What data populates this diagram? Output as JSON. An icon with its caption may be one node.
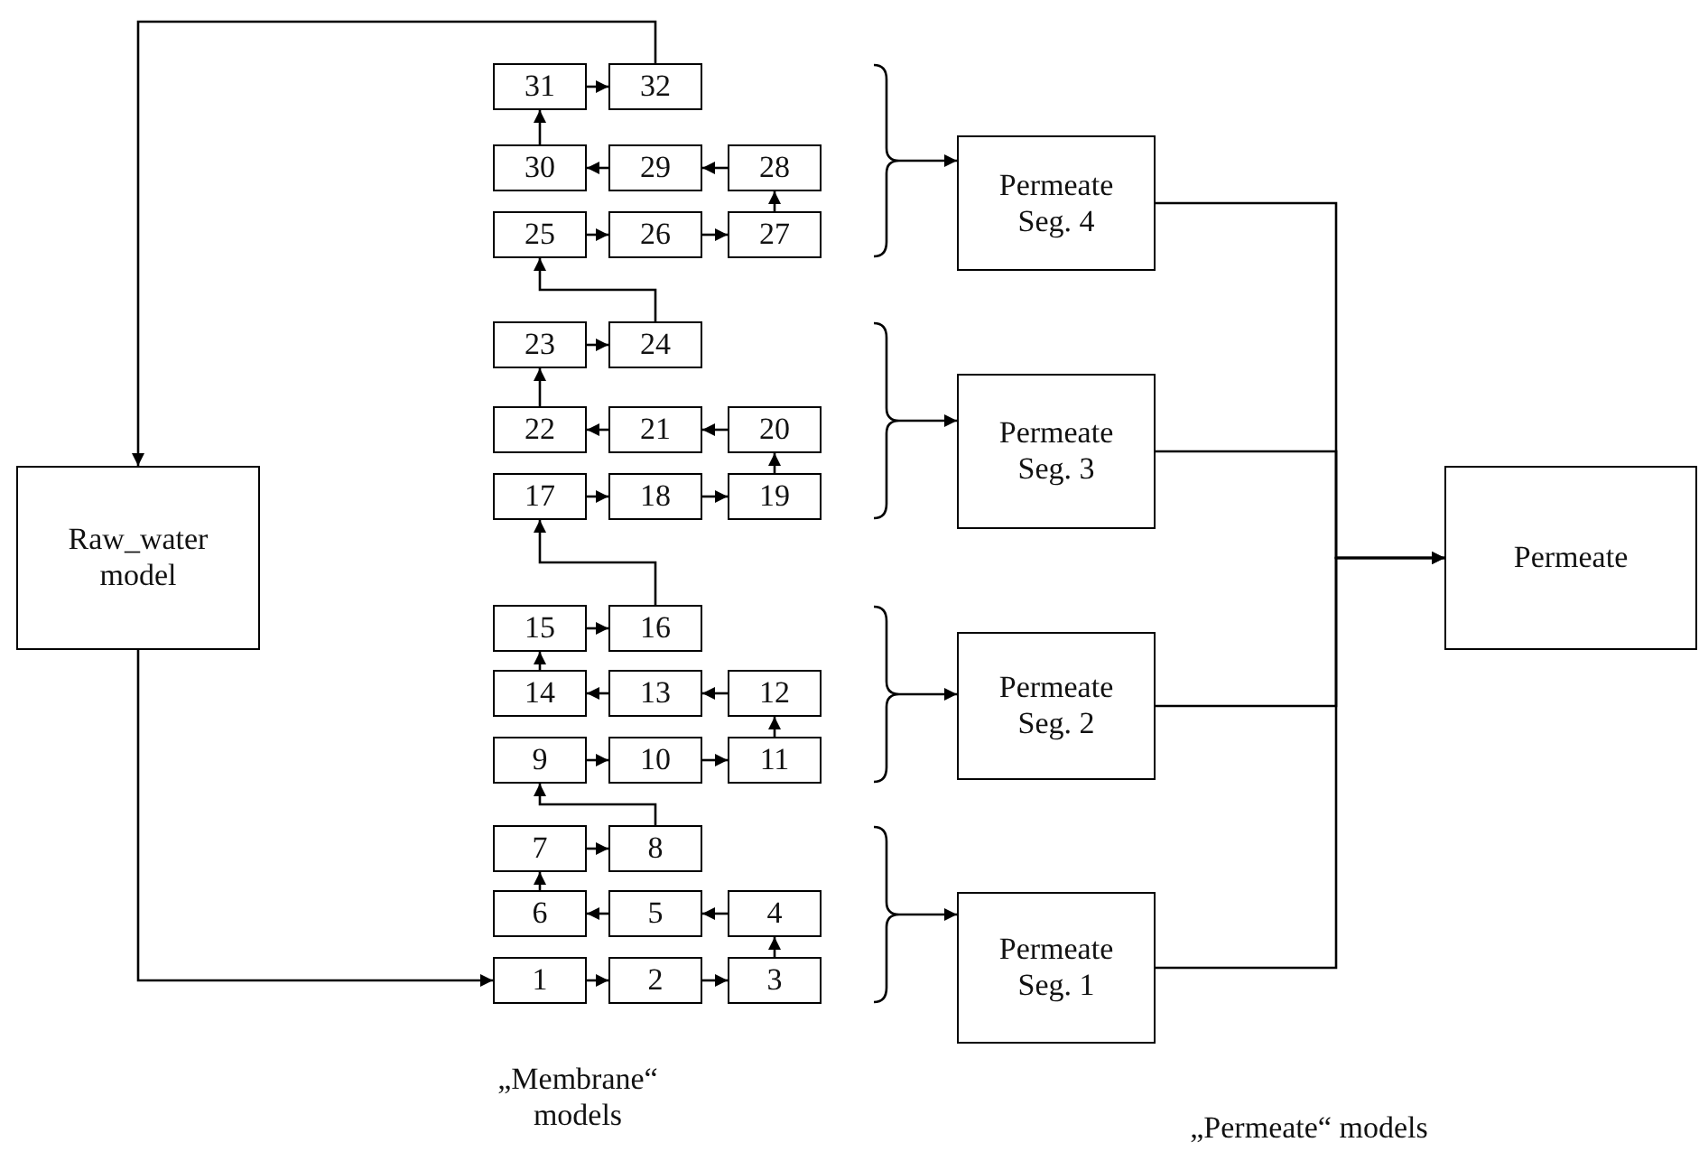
{
  "diagram": {
    "nodes": [
      {
        "text": [
          "Raw_water model"
        ]
      },
      {
        "text": [
          "1"
        ]
      },
      {
        "text": [
          "2"
        ]
      },
      {
        "text": [
          "3"
        ]
      },
      {
        "text": [
          "4"
        ]
      },
      {
        "text": [
          "5"
        ]
      },
      {
        "text": [
          "6"
        ]
      },
      {
        "text": [
          "7"
        ]
      },
      {
        "text": [
          "8"
        ]
      },
      {
        "text": [
          "9"
        ]
      },
      {
        "text": [
          "10"
        ]
      },
      {
        "text": [
          "11"
        ]
      },
      {
        "text": [
          "12"
        ]
      },
      {
        "text": [
          "13"
        ]
      },
      {
        "text": [
          "14"
        ]
      },
      {
        "text": [
          "15"
        ]
      },
      {
        "text": [
          "16"
        ]
      },
      {
        "text": [
          "17"
        ]
      },
      {
        "text": [
          "18"
        ]
      },
      {
        "text": [
          "19"
        ]
      },
      {
        "text": [
          "20"
        ]
      },
      {
        "text": [
          "21"
        ]
      },
      {
        "text": [
          "22"
        ]
      },
      {
        "text": [
          "23"
        ]
      },
      {
        "text": [
          "24"
        ]
      },
      {
        "text": [
          "25"
        ]
      },
      {
        "text": [
          "26"
        ]
      },
      {
        "text": [
          "27"
        ]
      },
      {
        "text": [
          "28"
        ]
      },
      {
        "text": [
          "29"
        ]
      },
      {
        "text": [
          "30"
        ]
      },
      {
        "text": [
          "31"
        ]
      },
      {
        "text": [
          "32"
        ]
      },
      {
        "text": [
          "Permeate Seg. 4"
        ]
      },
      {
        "text": [
          "Permeate Seg. 3"
        ]
      },
      {
        "text": [
          "Permeate Seg. 2"
        ]
      },
      {
        "text": [
          "Permeate Seg. 1"
        ]
      },
      {
        "text": [
          "Permeate"
        ]
      },
      {
        "text": [],
        "shape": "bracket"
      },
      {
        "text": [],
        "shape": "bracket"
      },
      {
        "text": [],
        "shape": "bracket"
      },
      {
        "text": [],
        "shape": "bracket"
      }
    ],
    "edges": [
      {
        "from": 0,
        "to": 1,
        "arrow": "to"
      },
      {
        "from": 1,
        "to": 2,
        "arrow": "to"
      },
      {
        "from": 2,
        "to": 3,
        "arrow": "to"
      },
      {
        "from": 3,
        "to": 4,
        "arrow": "to"
      },
      {
        "from": 4,
        "to": 5,
        "arrow": "to"
      },
      {
        "from": 5,
        "to": 6,
        "arrow": "to"
      },
      {
        "from": 6,
        "to": 7,
        "arrow": "to"
      },
      {
        "from": 7,
        "to": 8,
        "arrow": "to"
      },
      {
        "from": 8,
        "to": 9,
        "arrow": "to"
      },
      {
        "from": 9,
        "to": 10,
        "arrow": "to"
      },
      {
        "from": 10,
        "to": 11,
        "arrow": "to"
      },
      {
        "from": 11,
        "to": 12,
        "arrow": "to"
      },
      {
        "from": 12,
        "to": 13,
        "arrow": "to"
      },
      {
        "from": 13,
        "to": 14,
        "arrow": "to"
      },
      {
        "from": 14,
        "to": 15,
        "arrow": "to"
      },
      {
        "from": 15,
        "to": 16,
        "arrow": "to"
      },
      {
        "from": 16,
        "to": 17,
        "arrow": "to"
      },
      {
        "from": 17,
        "to": 18,
        "arrow": "to"
      },
      {
        "from": 18,
        "to": 19,
        "arrow": "to"
      },
      {
        "from": 19,
        "to": 20,
        "arrow": "to"
      },
      {
        "from": 20,
        "to": 21,
        "arrow": "to"
      },
      {
        "from": 21,
        "to": 22,
        "arrow": "to"
      },
      {
        "from": 22,
        "to": 23,
        "arrow": "to"
      },
      {
        "from": 23,
        "to": 24,
        "arrow": "to"
      },
      {
        "from": 24,
        "to": 25,
        "arrow": "to"
      },
      {
        "from": 25,
        "to": 26,
        "arrow": "to"
      },
      {
        "from": 26,
        "to": 27,
        "arrow": "to"
      },
      {
        "from": 27,
        "to": 28,
        "arrow": "to"
      },
      {
        "from": 28,
        "to": 29,
        "arrow": "to"
      },
      {
        "from": 29,
        "to": 30,
        "arrow": "to"
      },
      {
        "from": 30,
        "to": 31,
        "arrow": "to"
      },
      {
        "from": 31,
        "to": 32,
        "arrow": "to"
      },
      {
        "from": 32,
        "to": 0,
        "arrow": "to"
      },
      {
        "from": 38,
        "to": 33,
        "arrow": "to"
      },
      {
        "from": 39,
        "to": 34,
        "arrow": "to"
      },
      {
        "from": 40,
        "to": 35,
        "arrow": "to"
      },
      {
        "from": 41,
        "to": 36,
        "arrow": "to"
      },
      {
        "from": 33,
        "to": 37,
        "arrow": "to"
      },
      {
        "from": 34,
        "to": 37,
        "arrow": "to"
      },
      {
        "from": 35,
        "to": 37,
        "arrow": "to"
      },
      {
        "from": 36,
        "to": 37,
        "arrow": "to"
      }
    ],
    "labels": [
      "„Membrane“ models",
      "„Permeate“ models"
    ]
  }
}
